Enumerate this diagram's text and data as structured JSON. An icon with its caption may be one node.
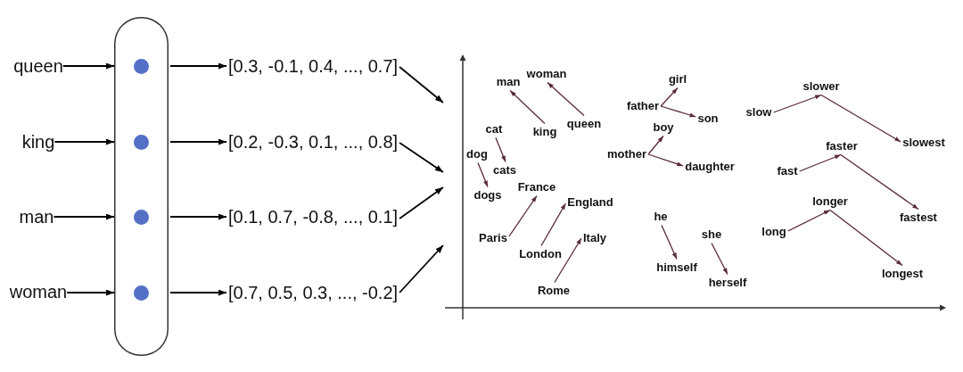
{
  "diagram": {
    "nodes": [
      {
        "text": [
          "queen"
        ]
      },
      {
        "text": [
          "king"
        ]
      },
      {
        "text": [
          "man"
        ]
      },
      {
        "text": [
          "woman"
        ]
      },
      {
        "text": [],
        "shape": "box"
      },
      {
        "text": [],
        "shape": "circle",
        "in": 4
      },
      {
        "text": [],
        "shape": "circle",
        "in": 4
      },
      {
        "text": [],
        "shape": "circle",
        "in": 4
      },
      {
        "text": [],
        "shape": "circle",
        "in": 4
      },
      {
        "text": [
          "[0.3, -0.1, 0.4, ..., 0.7]"
        ]
      },
      {
        "text": [
          "[0.2, -0.3, 0.1, ..., 0.8]"
        ]
      },
      {
        "text": [
          "[0.1, 0.7, -0.8, ..., 0.1]"
        ]
      },
      {
        "text": [
          "[0.7, 0.5, 0.3, ..., -0.2]"
        ]
      },
      {
        "text": [],
        "shape": "chart"
      },
      {
        "text": [
          "man"
        ],
        "in": 13
      },
      {
        "text": [
          "woman"
        ],
        "in": 13
      },
      {
        "text": [
          "king"
        ],
        "in": 13
      },
      {
        "text": [
          "queen"
        ],
        "in": 13
      },
      {
        "text": [
          "cat"
        ],
        "in": 13
      },
      {
        "text": [
          "dog"
        ],
        "in": 13
      },
      {
        "text": [
          "cats"
        ],
        "in": 13
      },
      {
        "text": [
          "dogs"
        ],
        "in": 13
      },
      {
        "text": [
          "France"
        ],
        "in": 13
      },
      {
        "text": [
          "England"
        ],
        "in": 13
      },
      {
        "text": [
          "Paris"
        ],
        "in": 13
      },
      {
        "text": [
          "Italy"
        ],
        "in": 13
      },
      {
        "text": [
          "London"
        ],
        "in": 13
      },
      {
        "text": [
          "Rome"
        ],
        "in": 13
      },
      {
        "text": [
          "girl"
        ],
        "in": 13
      },
      {
        "text": [
          "father"
        ],
        "in": 13
      },
      {
        "text": [
          "son"
        ],
        "in": 13
      },
      {
        "text": [
          "boy"
        ],
        "in": 13
      },
      {
        "text": [
          "mother"
        ],
        "in": 13
      },
      {
        "text": [
          "daughter"
        ],
        "in": 13
      },
      {
        "text": [
          "he"
        ],
        "in": 13
      },
      {
        "text": [
          "she"
        ],
        "in": 13
      },
      {
        "text": [
          "himself"
        ],
        "in": 13
      },
      {
        "text": [
          "herself"
        ],
        "in": 13
      },
      {
        "text": [
          "slower"
        ],
        "in": 13
      },
      {
        "text": [
          "slow"
        ],
        "in": 13
      },
      {
        "text": [
          "slowest"
        ],
        "in": 13
      },
      {
        "text": [
          "faster"
        ],
        "in": 13
      },
      {
        "text": [
          "fast"
        ],
        "in": 13
      },
      {
        "text": [
          "fastest"
        ],
        "in": 13
      },
      {
        "text": [
          "longer"
        ],
        "in": 13
      },
      {
        "text": [
          "long"
        ],
        "in": 13
      },
      {
        "text": [
          "longest"
        ],
        "in": 13
      }
    ],
    "edges": [
      {
        "from": 0,
        "to": 4,
        "arrow": "to",
        "color": "#000000"
      },
      {
        "from": 1,
        "to": 4,
        "arrow": "to",
        "color": "#000000"
      },
      {
        "from": 2,
        "to": 4,
        "arrow": "to",
        "color": "#000000"
      },
      {
        "from": 3,
        "to": 4,
        "arrow": "to",
        "color": "#000000"
      },
      {
        "from": 4,
        "to": 9,
        "arrow": "to",
        "color": "#000000"
      },
      {
        "from": 4,
        "to": 10,
        "arrow": "to",
        "color": "#000000"
      },
      {
        "from": 4,
        "to": 11,
        "arrow": "to",
        "color": "#000000"
      },
      {
        "from": 4,
        "to": 12,
        "arrow": "to",
        "color": "#000000"
      },
      {
        "from": 9,
        "to": 13,
        "arrow": "to",
        "color": "#000000"
      },
      {
        "from": 10,
        "to": 13,
        "arrow": "to",
        "color": "#000000"
      },
      {
        "from": 11,
        "to": 13,
        "arrow": "to",
        "color": "#000000"
      },
      {
        "from": 12,
        "to": 13,
        "arrow": "to",
        "color": "#000000"
      },
      {
        "from": 16,
        "to": 14,
        "arrow": "to"
      },
      {
        "from": 17,
        "to": 15,
        "arrow": "to"
      },
      {
        "from": 18,
        "to": 20,
        "arrow": "to"
      },
      {
        "from": 19,
        "to": 21,
        "arrow": "to"
      },
      {
        "from": 24,
        "to": 22,
        "arrow": "to"
      },
      {
        "from": 26,
        "to": 23,
        "arrow": "to"
      },
      {
        "from": 27,
        "to": 25,
        "arrow": "to"
      },
      {
        "from": 29,
        "to": 28,
        "arrow": "to"
      },
      {
        "from": 29,
        "to": 30,
        "arrow": "to"
      },
      {
        "from": 32,
        "to": 31,
        "arrow": "to"
      },
      {
        "from": 32,
        "to": 33,
        "arrow": "to"
      },
      {
        "from": 34,
        "to": 36,
        "arrow": "to"
      },
      {
        "from": 35,
        "to": 37,
        "arrow": "to"
      },
      {
        "from": 39,
        "to": 38,
        "arrow": "to"
      },
      {
        "from": 38,
        "to": 40,
        "arrow": "to"
      },
      {
        "from": 42,
        "to": 41,
        "arrow": "to"
      },
      {
        "from": 41,
        "to": 43,
        "arrow": "to"
      },
      {
        "from": 45,
        "to": 44,
        "arrow": "to"
      },
      {
        "from": 44,
        "to": 46,
        "arrow": "to"
      }
    ]
  }
}
